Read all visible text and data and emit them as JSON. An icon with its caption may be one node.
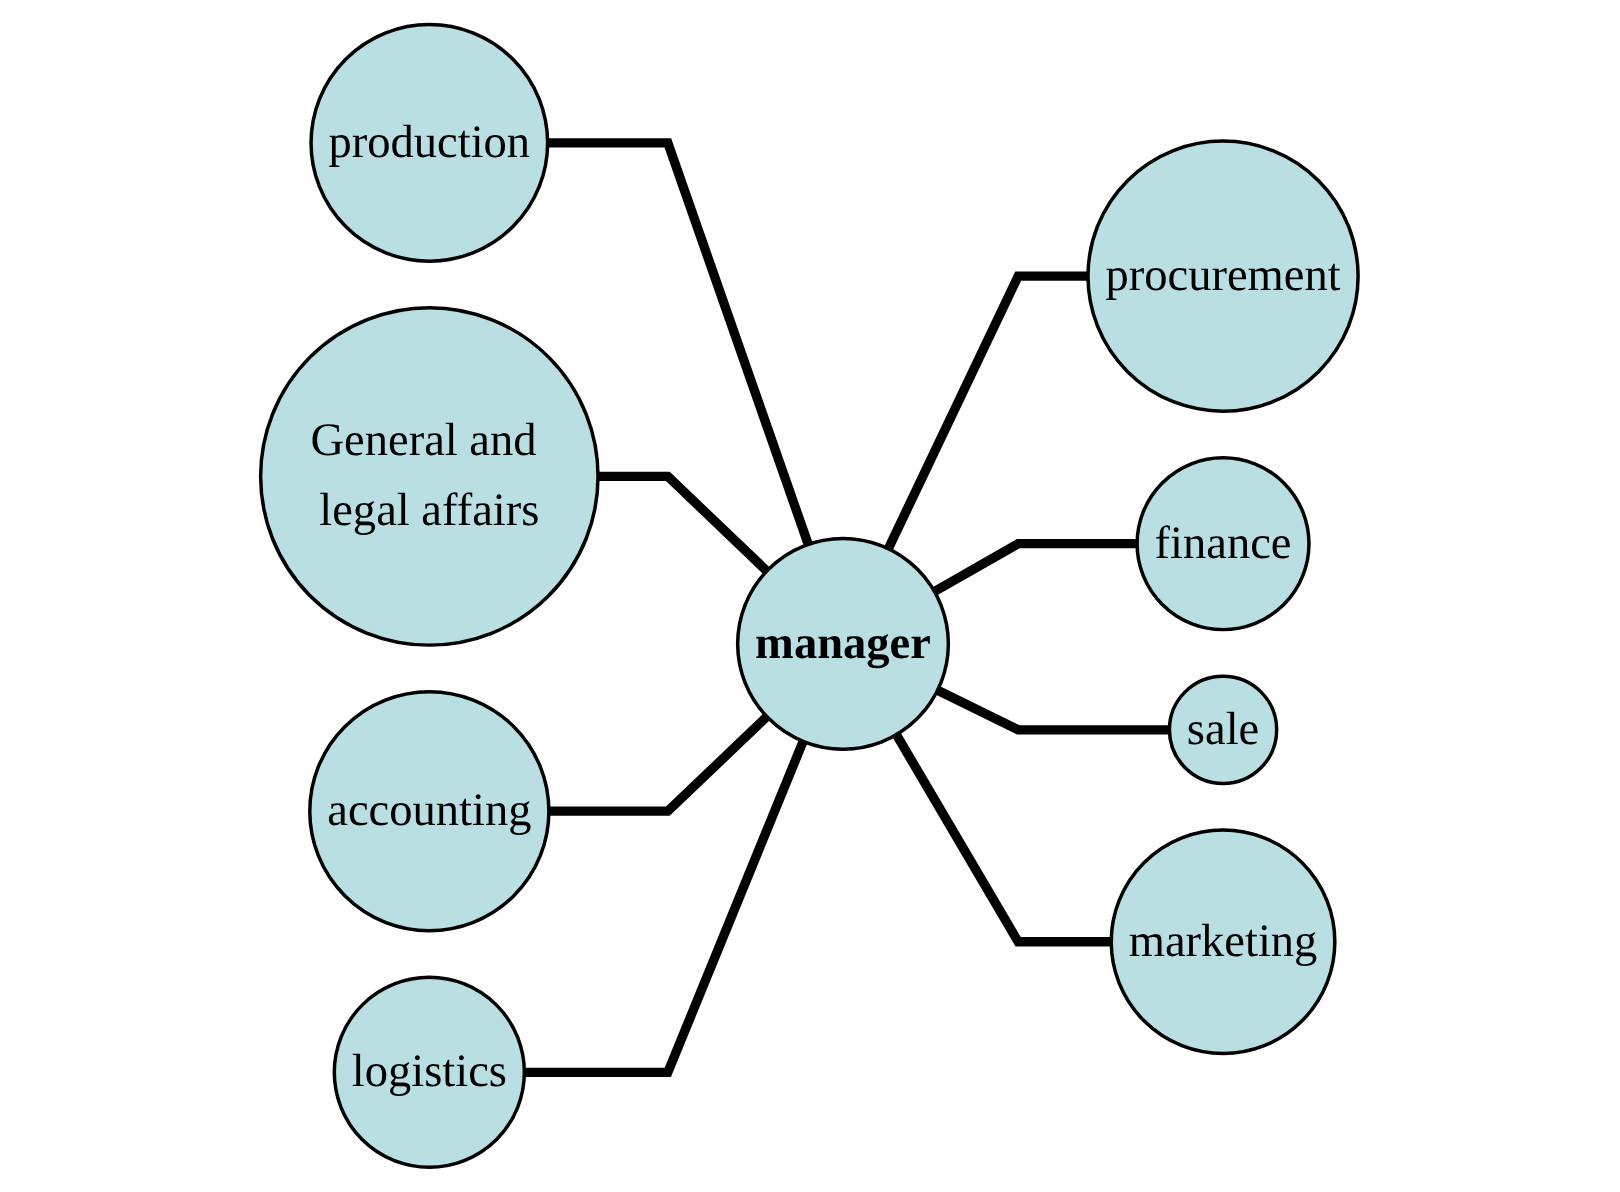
{
  "diagram": {
    "nodes": [
      {
        "text": [
          "production"
        ]
      },
      {
        "text": [
          "General and legal affairs"
        ]
      },
      {
        "text": [
          "procurement"
        ]
      },
      {
        "text": [
          "accounting"
        ]
      },
      {
        "text": [
          "manager"
        ]
      },
      {
        "text": [
          "finance"
        ]
      },
      {
        "text": [
          "logistics"
        ]
      },
      {
        "text": [
          "sale"
        ]
      },
      {
        "text": [
          "marketing"
        ]
      }
    ],
    "edges": [
      {
        "from": 0,
        "to": 4,
        "arrow": "none"
      },
      {
        "from": 1,
        "to": 4,
        "arrow": "none"
      },
      {
        "from": 4,
        "to": 2,
        "arrow": "none"
      },
      {
        "from": 3,
        "to": 4,
        "arrow": "none"
      },
      {
        "from": 4,
        "to": 5,
        "arrow": "none"
      },
      {
        "from": 6,
        "to": 4,
        "arrow": "none"
      },
      {
        "from": 4,
        "to": 7,
        "arrow": "none"
      },
      {
        "from": 4,
        "to": 8,
        "arrow": "none"
      }
    ]
  }
}
